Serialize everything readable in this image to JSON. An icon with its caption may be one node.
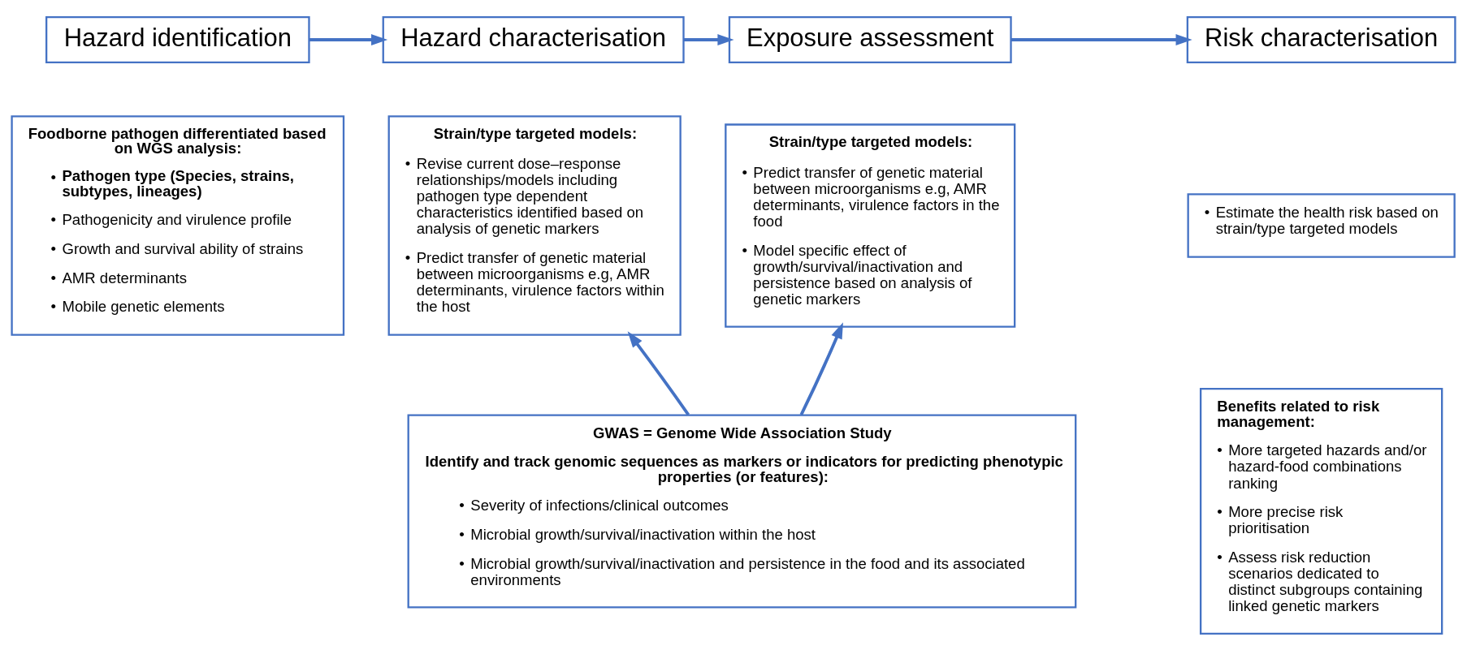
{
  "diagram": {
    "nodes": [
      {
        "text": [
          "Hazard identification"
        ]
      },
      {
        "text": [
          "Hazard characterisation"
        ]
      },
      {
        "text": [
          "Exposure assessment"
        ]
      },
      {
        "text": [
          "Risk characterisation"
        ]
      },
      {
        "text": [
          "Foodborne pathogen differentiated based on WGS analysis:",
          "• Pathogen type (Species, strains, subtypes, lineages)",
          "• Pathogenicity and virulence profile",
          "• Growth and survival ability of strains",
          "• AMR determinants",
          "• Mobile genetic elements"
        ]
      },
      {
        "text": [
          "Strain/type targeted models:",
          "• Revise current dose–response relationships/models including pathogen type dependent characteristics identified based on analysis of genetic markers",
          "• Predict transfer of genetic material between microorganisms e.g, AMR determinants, virulence factors within the host"
        ]
      },
      {
        "text": [
          "Strain/type targeted models:",
          "• Predict transfer of genetic material between microorganisms e.g, AMR determinants, virulence factors in the food",
          "• Model specific effect of growth/survival/inactivation and persistence based on analysis of genetic markers"
        ]
      },
      {
        "text": [
          "• Estimate the health risk based on strain/type targeted models"
        ]
      },
      {
        "text": [
          "Benefits related to risk management:",
          "• More targeted hazards and/or hazard-food combinations ranking",
          "• More precise risk prioritisation",
          "• Assess risk reduction scenarios dedicated to distinct subgroups containing linked genetic markers"
        ]
      },
      {
        "text": [
          "GWAS = Genome Wide Association Study",
          "Identify and track genomic sequences as markers or indicators for predicting phenotypic properties (or features):",
          "• Severity of infections/clinical outcomes",
          "• Microbial growth/survival/inactivation within the host",
          "• Microbial growth/survival/inactivation and persistence in the food and its associated environments"
        ]
      }
    ],
    "edges": [
      {
        "from": 0,
        "to": 1,
        "arrow": "to"
      },
      {
        "from": 1,
        "to": 2,
        "arrow": "to"
      },
      {
        "from": 2,
        "to": 3,
        "arrow": "to"
      },
      {
        "from": 9,
        "to": 5,
        "arrow": "to"
      },
      {
        "from": 9,
        "to": 6,
        "arrow": "to"
      }
    ]
  }
}
